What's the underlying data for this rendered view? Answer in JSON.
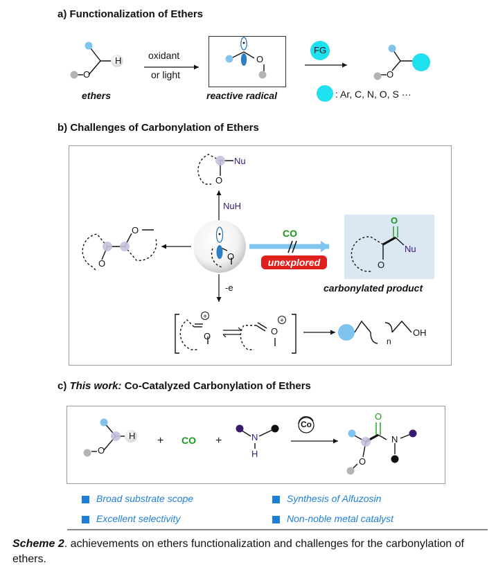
{
  "section_a": {
    "title": "a) Functionalization of Ethers",
    "oxidant": "oxidant",
    "or_light": "or light",
    "ethers": "ethers",
    "reactive_radical": "reactive radical",
    "fg": "FG",
    "fg_legend": ": Ar, C, N, O, S ···",
    "H": "H",
    "O": "O"
  },
  "section_b": {
    "title": "b) Challenges of Carbonylation of Ethers",
    "nu": "Nu",
    "nuh": "NuH",
    "co": "CO",
    "unexplored": "unexplored",
    "carbonylated_product": "carbonylated product",
    "minus_e": "-e",
    "oh": "OH",
    "n": "n",
    "O": "O"
  },
  "section_c": {
    "title_italic": "This work:",
    "title_prefix": "c) ",
    "title_rest": " Co-Catalyzed Carbonylation of Ethers",
    "plus": "+",
    "co": "CO",
    "catalyst": "Co",
    "H": "H",
    "N": "N",
    "O": "O",
    "features": [
      "Broad substrate scope",
      "Synthesis of Alfuzosin",
      "Excellent selectivity",
      "Non-noble metal catalyst"
    ]
  },
  "caption": {
    "label": "Scheme 2",
    "text": ". achievements on ethers functionalization and challenges for the carbonylation of ethers."
  },
  "colors": {
    "light_blue": "#80c4ee",
    "cyan": "#1fe0ee",
    "gray": "#b4b4b4",
    "purple_highlight": "#c8c0dc",
    "dark_purple": "#3a1a6e",
    "green": "#1a9a1a",
    "feature_blue": "#1e7fd8",
    "red": "#e0201c"
  }
}
